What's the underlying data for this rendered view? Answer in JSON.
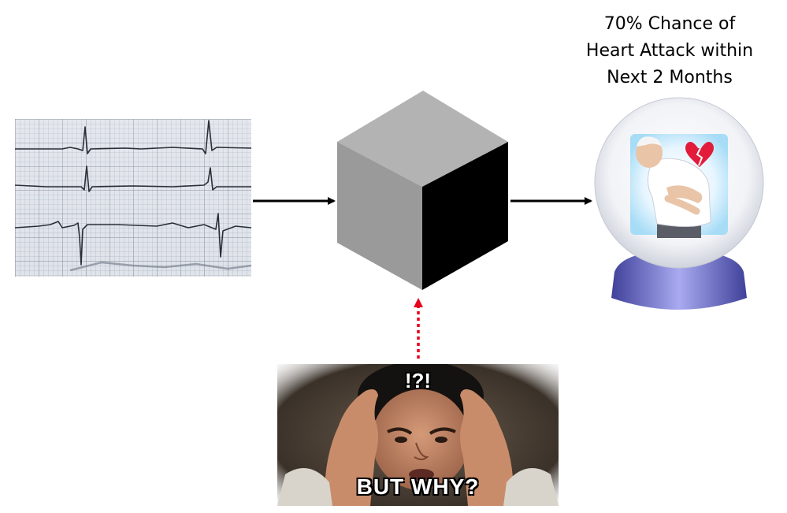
{
  "prediction": {
    "lines": [
      "70% Chance of",
      "Heart Attack within",
      "Next 2 Months"
    ]
  },
  "meme": {
    "top_text": "!?!",
    "bottom_text": "BUT WHY?"
  },
  "icons": {
    "input": "ecg-chart-image",
    "model": "black-box-cube-icon",
    "output": "crystal-ball-icon",
    "explanation": "confused-person-meme"
  },
  "colors": {
    "cube_top": "#b0b0b0",
    "cube_front": "#999999",
    "cube_side": "#000000",
    "dotted_arrow": "#e8001c",
    "crystal_base": "#5a5cb8"
  }
}
